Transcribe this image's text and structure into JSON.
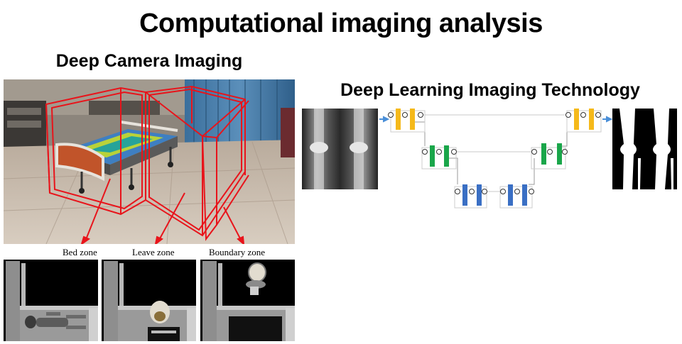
{
  "header": {
    "title": "Computational imaging analysis"
  },
  "left_panel": {
    "title": "Deep Camera Imaging",
    "zones": [
      {
        "label": "Bed zone"
      },
      {
        "label": "Leave zone"
      },
      {
        "label": "Boundary zone"
      }
    ],
    "colors": {
      "zone_outline": "#e8141b",
      "floor": "#c9b9a8",
      "depth_background": "#000000"
    }
  },
  "right_panel": {
    "title": "Deep Learning Imaging Technology",
    "colors": {
      "encoder_top": "#f5b91a",
      "encoder_mid": "#1aa64a",
      "bottleneck": "#3a6fc4",
      "arrow": "#4a8fd8"
    }
  }
}
